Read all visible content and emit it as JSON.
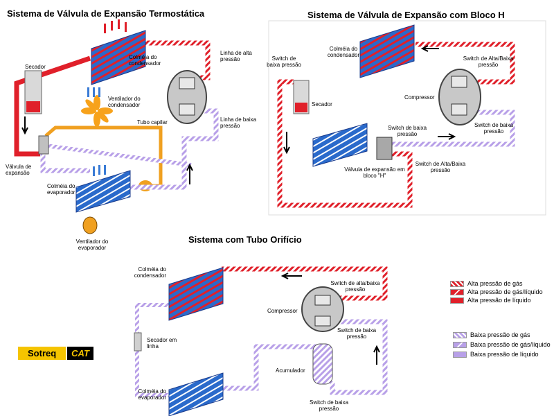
{
  "titles": {
    "thermostatic": "Sistema de Válvula de Expansão Termostática",
    "block_h": "Sistema de Válvula de Expansão com Bloco H",
    "orifice": "Sistema com Tubo Orifício"
  },
  "diagram1": {
    "condenser": "Colméia do condensador",
    "high_line": "Linha de alta pressão",
    "dryer": "Secador",
    "fan": "Ventilador do condensador",
    "capillary": "Tubo capilar",
    "low_line": "Linha de baixa pressão",
    "valve": "Válvula de expansão",
    "evaporator": "Colméia do evaporador",
    "evap_fan": "Ventilador do evaporador"
  },
  "diagram2": {
    "low_switch_left": "Switch de baixa pressão",
    "condenser": "Colméia do condensador",
    "high_low_switch_top": "Switch de Alta/Baixa pressão",
    "dryer": "Secador",
    "compressor": "Compressor",
    "low_switch_mid": "Switch de baixa pressão",
    "low_switch_right": "Switch de baixa pressão",
    "high_low_switch_bottom": "Switch de Alta/Baixa pressão",
    "valve": "Válvula de expansão em bloco \"H\""
  },
  "diagram3": {
    "condenser": "Colméia do condensador",
    "high_low_switch": "Switch de alta/baixa pressão",
    "compressor": "Compressor",
    "low_switch_right": "Switch de baixa pressão",
    "dryer": "Secador em linha",
    "accumulator": "Acumulador",
    "evaporator": "Colméia do evaporador",
    "low_switch_bottom": "Switch de baixa pressão"
  },
  "legend": {
    "high_gas": "Alta pressão de gás",
    "high_gas_liquid": "Alta pressão de gás/líquido",
    "high_liquid": "Alta pressão de líquido",
    "low_gas": "Baixa pressão de gás",
    "low_gas_liquid": "Baixa pressão de gás/líquido",
    "low_liquid": "Baixa pressão de líquido"
  },
  "logo": {
    "brand": "Sotreq",
    "cat": "CAT"
  },
  "colors": {
    "high": "#e0202a",
    "low": "#b8a0e8",
    "capillary": "#f0a020",
    "coil_blue": "#2a6acb",
    "arrow_blue": "#3a7bd5"
  }
}
